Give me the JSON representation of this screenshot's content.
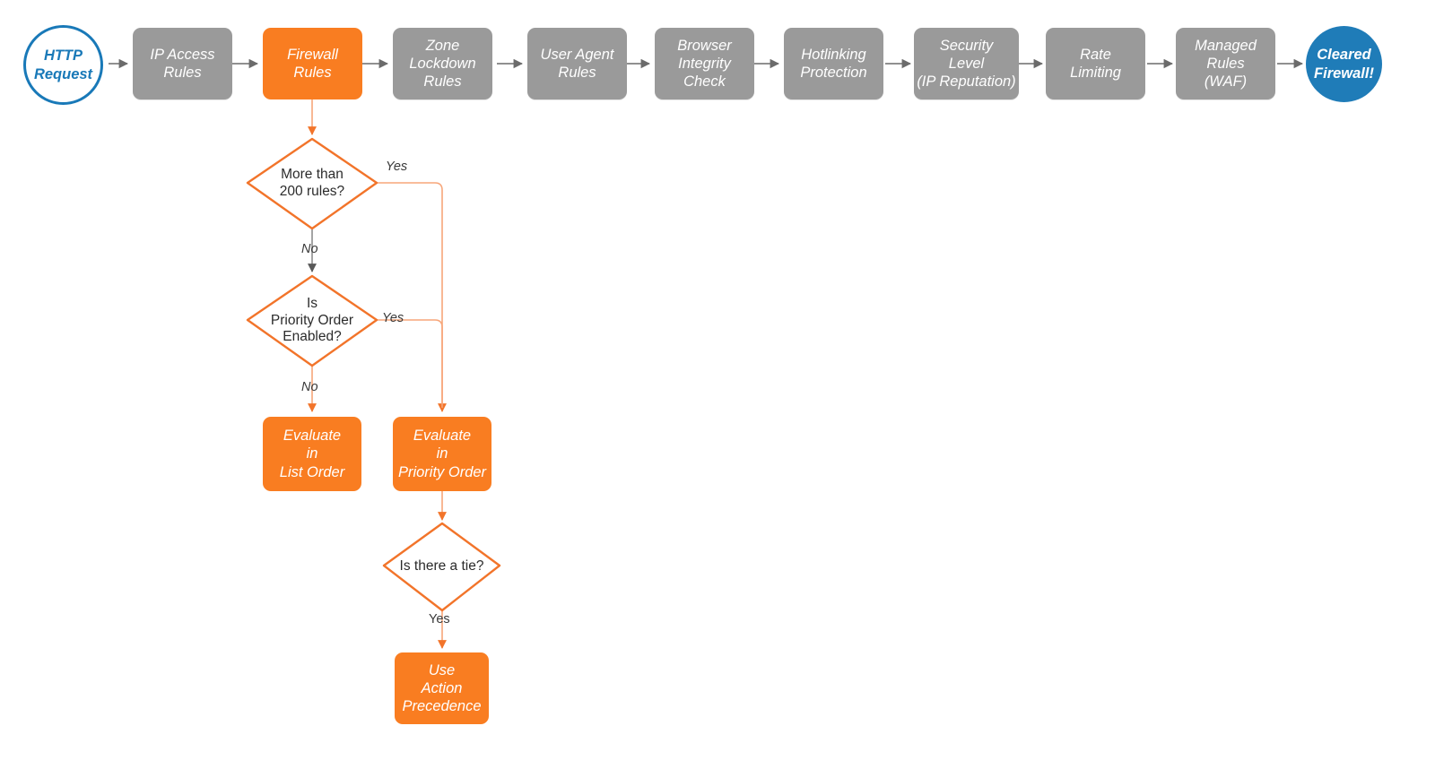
{
  "diagram": {
    "title": "Cloudflare firewall rules evaluation order flowchart",
    "colors": {
      "gray_node": "#9a9a9a",
      "orange_node": "#f97d21",
      "orange_stroke": "#f2742a",
      "orange_wire": "#f7a67a",
      "blue_stroke": "#1979b8",
      "blue_fill": "#1f7cb8",
      "gray_wire": "#6b6b6b",
      "label_text": "#3a3a3a",
      "diamond_text": "#2b2b2b",
      "node_text": "#ffffff",
      "background": "#ffffff"
    },
    "pipeline": [
      {
        "id": "http-request",
        "label": "HTTP\nRequest",
        "shape": "circle",
        "style": "start"
      },
      {
        "id": "ip-access-rules",
        "label": "IP Access\nRules",
        "shape": "box",
        "style": "gray"
      },
      {
        "id": "firewall-rules",
        "label": "Firewall\nRules",
        "shape": "box",
        "style": "orange"
      },
      {
        "id": "zone-lockdown-rules",
        "label": "Zone\nLockdown\nRules",
        "shape": "box",
        "style": "gray"
      },
      {
        "id": "user-agent-rules",
        "label": "User Agent\nRules",
        "shape": "box",
        "style": "gray"
      },
      {
        "id": "browser-integrity-check",
        "label": "Browser\nIntegrity\nCheck",
        "shape": "box",
        "style": "gray"
      },
      {
        "id": "hotlinking-protection",
        "label": "Hotlinking\nProtection",
        "shape": "box",
        "style": "gray"
      },
      {
        "id": "security-level",
        "label": "Security\nLevel\n(IP Reputation)",
        "shape": "box",
        "style": "gray"
      },
      {
        "id": "rate-limiting",
        "label": "Rate\nLimiting",
        "shape": "box",
        "style": "gray"
      },
      {
        "id": "managed-rules-waf",
        "label": "Managed\nRules\n(WAF)",
        "shape": "box",
        "style": "gray"
      },
      {
        "id": "cleared-firewall",
        "label": "Cleared\nFirewall!",
        "shape": "circle",
        "style": "end"
      }
    ],
    "decisions": [
      {
        "id": "more-than-200-rules",
        "label": "More than\n200 rules?"
      },
      {
        "id": "is-priority-order-enabled",
        "label": "Is\nPriority Order\nEnabled?"
      },
      {
        "id": "is-there-a-tie",
        "label": "Is there a tie?"
      }
    ],
    "outcomes": [
      {
        "id": "evaluate-in-list-order",
        "label": "Evaluate\nin\nList Order"
      },
      {
        "id": "evaluate-in-priority-order",
        "label": "Evaluate\nin\nPriority Order"
      },
      {
        "id": "use-action-precedence",
        "label": "Use\nAction\nPrecedence"
      }
    ],
    "edge_labels": {
      "more_rules_yes": "Yes",
      "more_rules_no": "No",
      "priority_yes": "Yes",
      "priority_no": "No",
      "tie_yes": "Yes"
    }
  }
}
